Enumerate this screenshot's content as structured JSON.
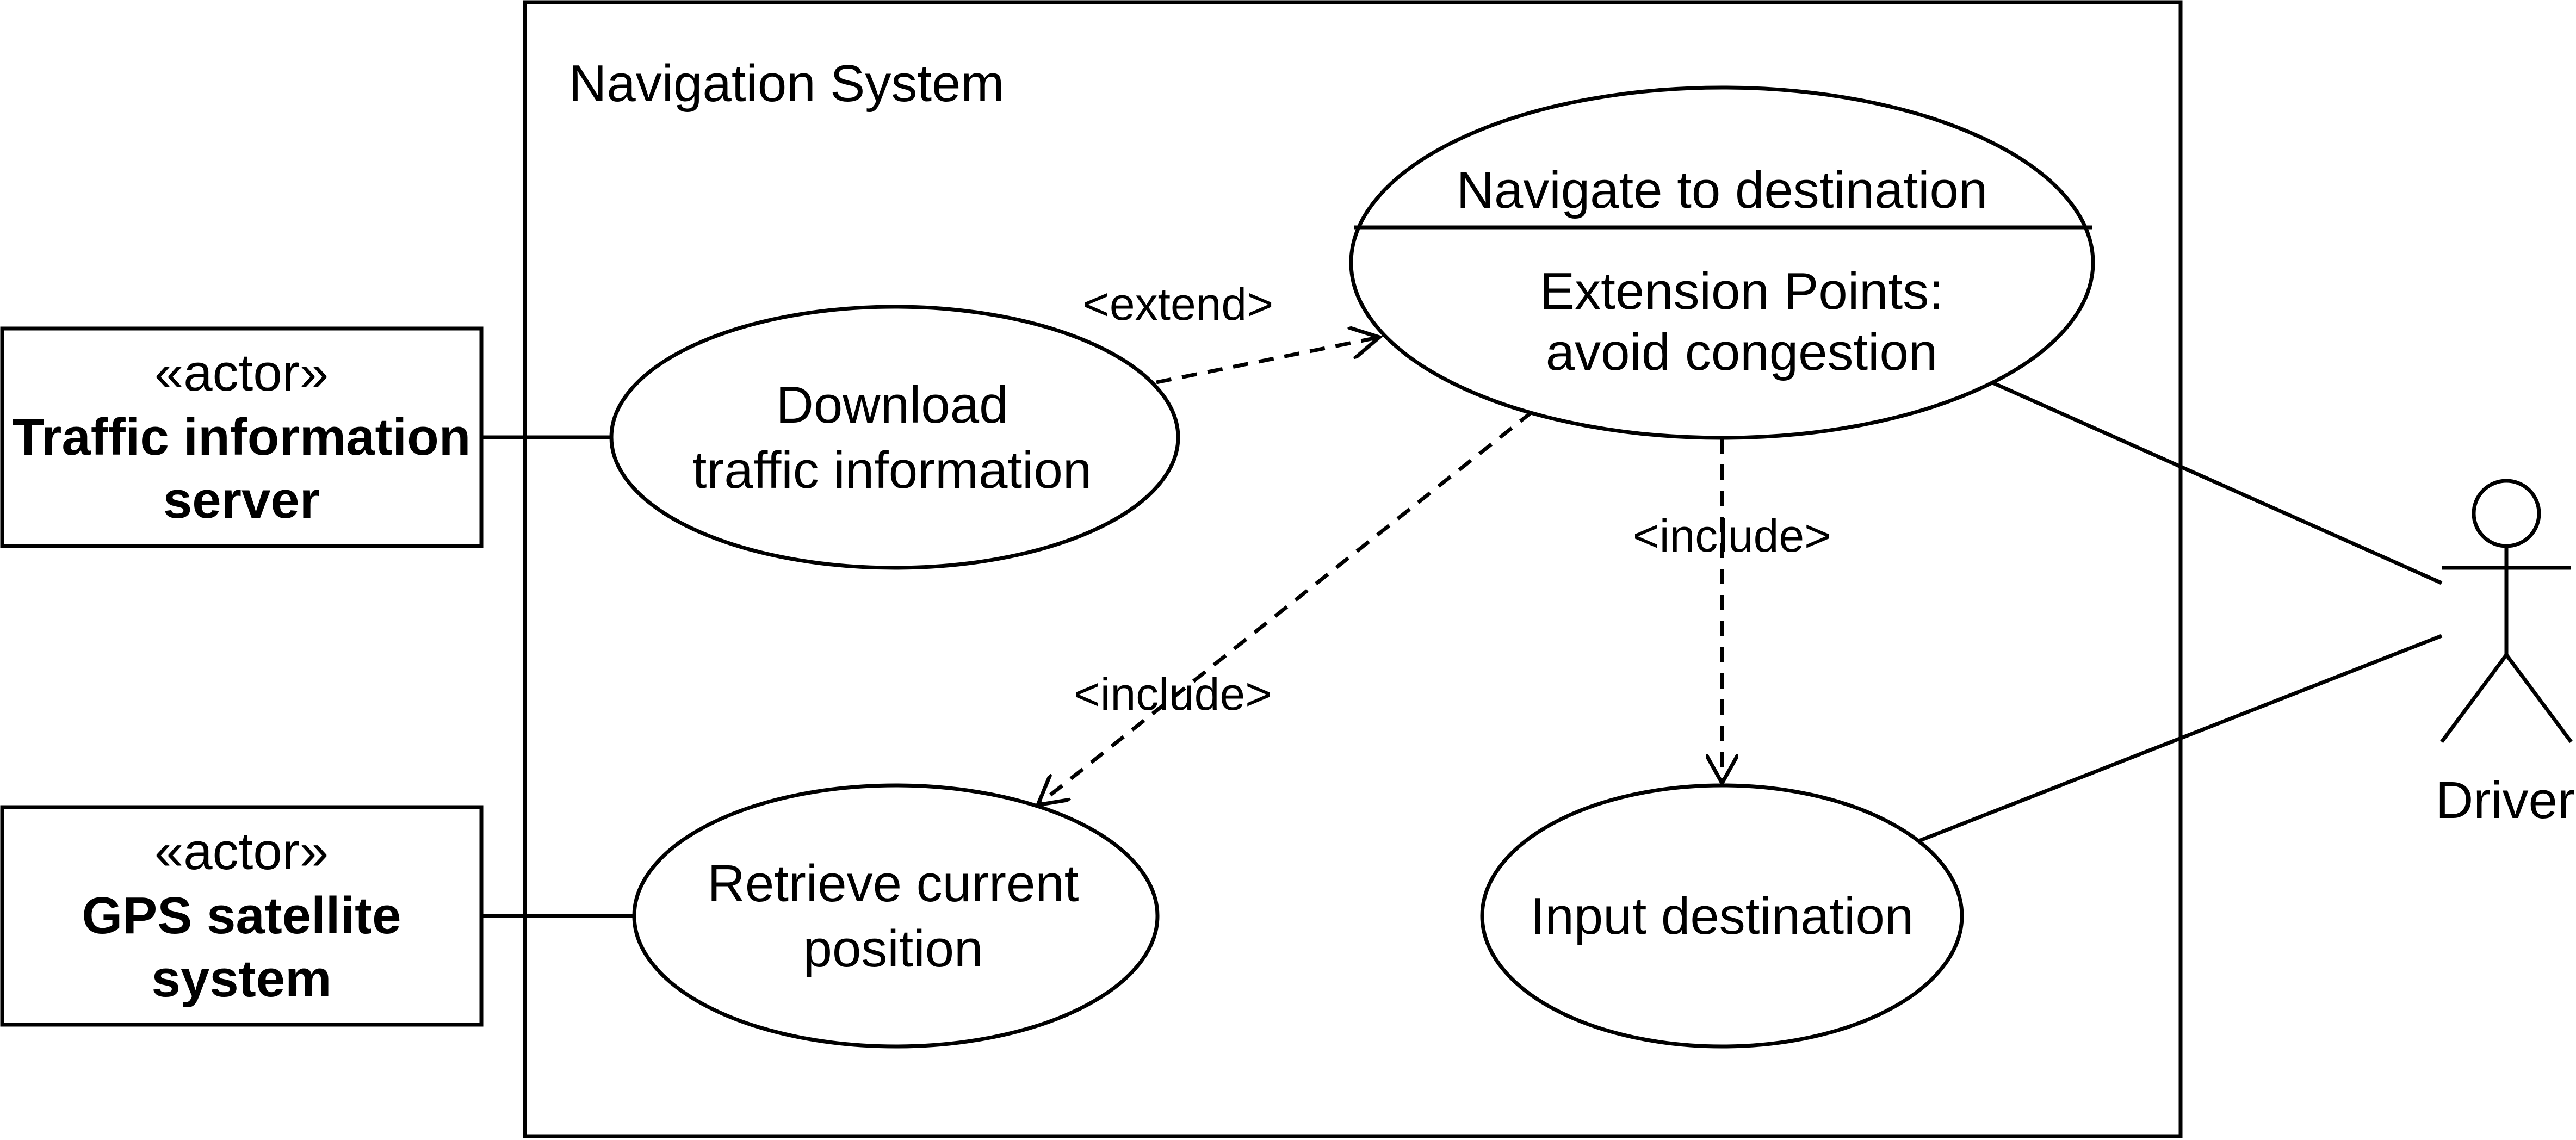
{
  "system": {
    "title": "Navigation System"
  },
  "actors": {
    "traffic_server": {
      "stereotype": "«actor»",
      "name_line1": "Traffic information",
      "name_line2": "server"
    },
    "gps": {
      "stereotype": "«actor»",
      "name_line1": "GPS satellite",
      "name_line2": "system"
    },
    "driver": {
      "name": "Driver"
    }
  },
  "use_cases": {
    "navigate": {
      "name": "Navigate to destination",
      "ext_title": "Extension Points:",
      "ext_point": "avoid congestion"
    },
    "download": {
      "line1": "Download",
      "line2": "traffic information"
    },
    "retrieve": {
      "line1": "Retrieve current",
      "line2": "position"
    },
    "input": {
      "name": "Input destination"
    }
  },
  "relations": {
    "extend_label": "<extend>",
    "include_position_label": "<include>",
    "include_input_label": "<include>"
  }
}
